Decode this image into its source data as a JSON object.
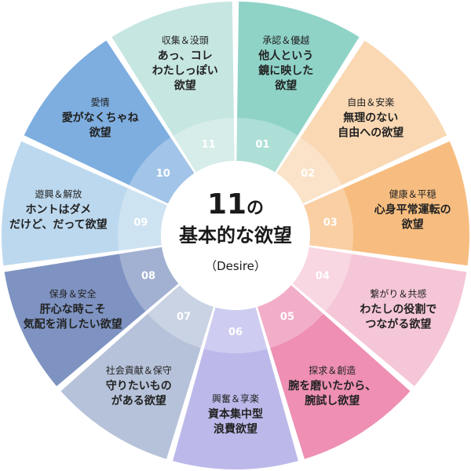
{
  "center": {
    "number": "11",
    "suffix": "の",
    "title": "基本的な欲望",
    "subtitle": "（Desire）"
  },
  "segments": [
    {
      "num": "01",
      "category": "承認＆優越",
      "desc": [
        "他人という",
        "鏡に映した",
        "欲望"
      ],
      "color": "#8fd3c7"
    },
    {
      "num": "02",
      "category": "自由＆安楽",
      "desc": [
        "無理のない",
        "自由への欲望"
      ],
      "color": "#f9d8b3"
    },
    {
      "num": "03",
      "category": "健康＆平穏",
      "desc": [
        "心身平常運転の",
        "欲望"
      ],
      "color": "#f7bd80"
    },
    {
      "num": "04",
      "category": "繋がり＆共感",
      "desc": [
        "わたしの役割で",
        "つながる欲望"
      ],
      "color": "#f5c6d7"
    },
    {
      "num": "05",
      "category": "探求＆創造",
      "desc": [
        "腕を磨いたから、",
        "腕試し欲望"
      ],
      "color": "#ee8fb3"
    },
    {
      "num": "06",
      "category": "興奮＆享楽",
      "desc": [
        "資本集中型",
        "浪費欲望"
      ],
      "color": "#bcb9ea"
    },
    {
      "num": "07",
      "category": "社会貢献＆保守",
      "desc": [
        "守りたいもの",
        "がある欲望"
      ],
      "color": "#b6c2d9"
    },
    {
      "num": "08",
      "category": "保身＆安全",
      "desc": [
        "肝心な時こそ",
        "気配を消したい欲望"
      ],
      "color": "#7e93c1"
    },
    {
      "num": "09",
      "category": "遊興＆解放",
      "desc": [
        "ホントはダメ",
        "だけど、だって欲望"
      ],
      "color": "#bcd8ee"
    },
    {
      "num": "10",
      "category": "愛情",
      "desc": [
        "愛がなくちゃね",
        "欲望"
      ],
      "color": "#7eaee0"
    },
    {
      "num": "11",
      "category": "収集＆没頭",
      "desc": [
        "あっ、コレ",
        "わたしっぽい",
        "欲望"
      ],
      "color": "#c6e6e1"
    }
  ]
}
